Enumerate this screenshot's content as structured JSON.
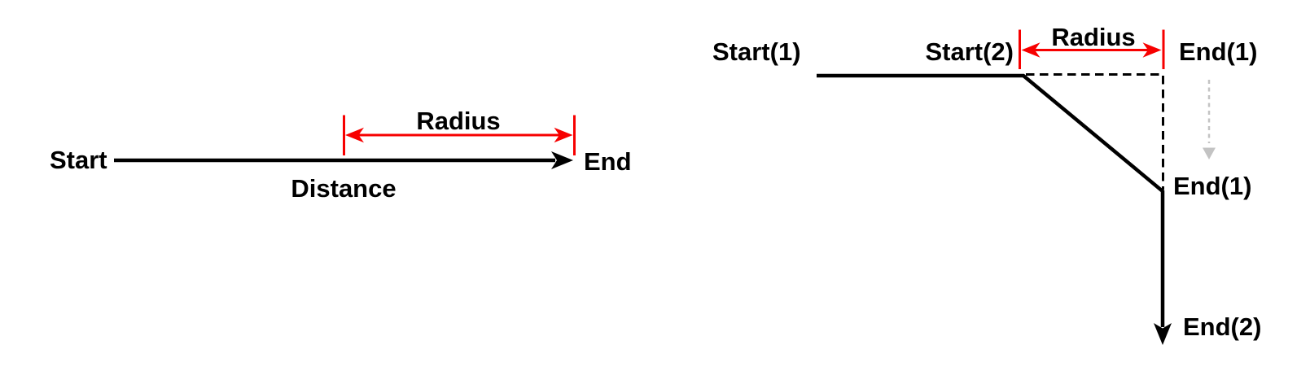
{
  "page": {
    "background": "#ffffff",
    "description_left": "straight path: distance from start to end with radius zone near end",
    "description_right": "two-segment path: bend at Start(2) smoothed by radius, original End(1) shifted to new End(1), continuing to End(2)"
  },
  "colors": {
    "line_black": "#000000",
    "measure_red": "#f70000",
    "ghost_text_gray": "#a9a9a9",
    "ghost_arrow_gray": "#c3c3c3"
  },
  "left_diagram": {
    "start_label": "Start",
    "end_label": "End",
    "distance_label": "Distance",
    "radius_label": "Radius"
  },
  "right_diagram": {
    "start1_label": "Start(1)",
    "start2_label": "Start(2)",
    "radius_label": "Radius",
    "end1_ghost_label": "End(1)",
    "end1_label": "End(1)",
    "end2_label": "End(2)"
  }
}
